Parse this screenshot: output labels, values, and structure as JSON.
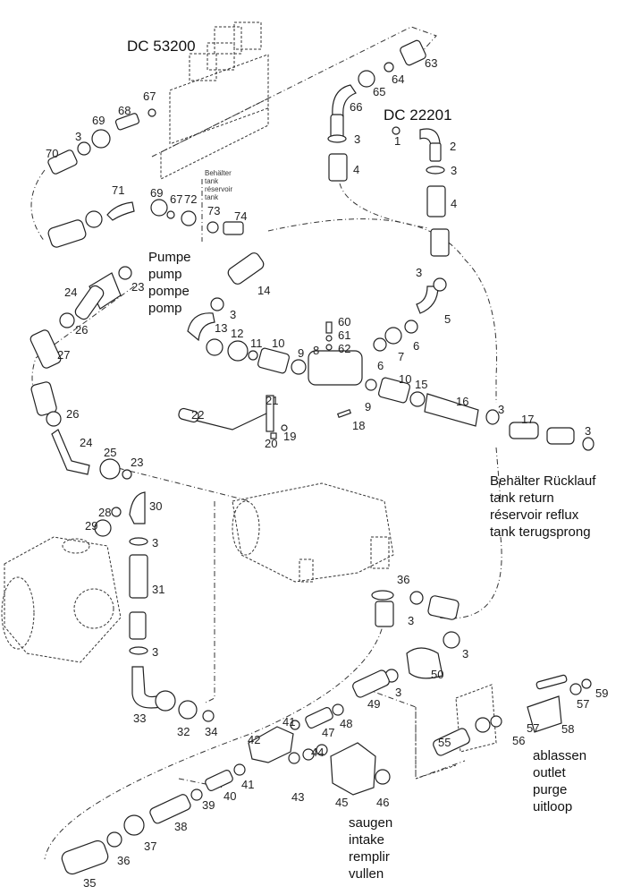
{
  "diagram": {
    "type": "exploded parts diagram",
    "assemblies": {
      "manifold": "DC 53200",
      "return_elbow": "DC 22201"
    },
    "callouts": {
      "pump": [
        "Pumpe",
        "pump",
        "pompe",
        "pomp"
      ],
      "tank_small": [
        "Behälter",
        "tank",
        "réservoir",
        "tank"
      ],
      "tank_return": [
        "Behälter Rücklauf",
        "tank return",
        "réservoir reflux",
        "tank terugsprong"
      ],
      "intake": [
        "saugen",
        "intake",
        "remplir",
        "vullen"
      ],
      "outlet": [
        "ablassen",
        "outlet",
        "purge",
        "uitloop"
      ]
    },
    "part_numbers": {
      "top": [
        "67",
        "68",
        "69",
        "3",
        "70",
        "71",
        "69",
        "67",
        "72",
        "73",
        "74",
        "63",
        "64",
        "65",
        "66",
        "3",
        "4",
        "1",
        "2",
        "3",
        "4"
      ],
      "middle": [
        "23",
        "24",
        "26",
        "27",
        "26",
        "24",
        "25",
        "23",
        "14",
        "3",
        "13",
        "12",
        "11",
        "10",
        "9",
        "8",
        "60",
        "61",
        "62",
        "6",
        "7",
        "6",
        "5",
        "3",
        "9",
        "10",
        "15",
        "16",
        "3",
        "17",
        "3",
        "21",
        "22",
        "19",
        "20",
        "18"
      ],
      "lower": [
        "28",
        "29",
        "30",
        "3",
        "31",
        "3",
        "33",
        "32",
        "34",
        "36",
        "3",
        "50",
        "3",
        "3",
        "49",
        "48",
        "47",
        "41",
        "42",
        "41",
        "40",
        "39",
        "38",
        "37",
        "36",
        "35",
        "44",
        "43",
        "45",
        "46",
        "55",
        "56",
        "57",
        "58",
        "57",
        "59"
      ]
    }
  }
}
